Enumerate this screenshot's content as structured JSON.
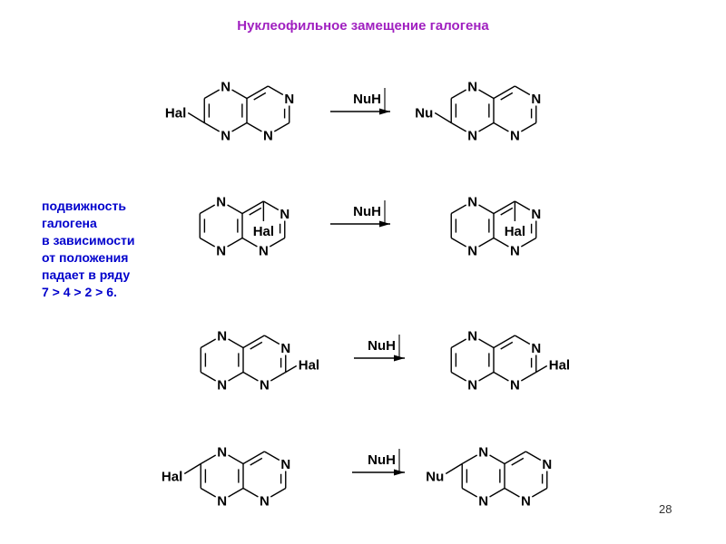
{
  "title": "Нуклеофильное замещение галогена",
  "colors": {
    "title": "#a020c0",
    "note": "#0000cc",
    "lines": "#000000"
  },
  "note": {
    "lines": [
      "подвижность",
      "галогена",
      "в зависимости",
      "от положения",
      "падает в ряду",
      "7 > 4 > 2 > 6."
    ]
  },
  "atom_symbol": "N",
  "reagent": "NuH",
  "reactions": [
    {
      "substituent_left": "Hal",
      "substituent_right": "Nu"
    },
    {
      "substituent_left": "Hal",
      "substituent_right": "Hal"
    },
    {
      "substituent_left": "Hal",
      "substituent_right": "Hal"
    },
    {
      "substituent_left": "Hal",
      "substituent_right": "Nu"
    }
  ],
  "page_number": "28"
}
